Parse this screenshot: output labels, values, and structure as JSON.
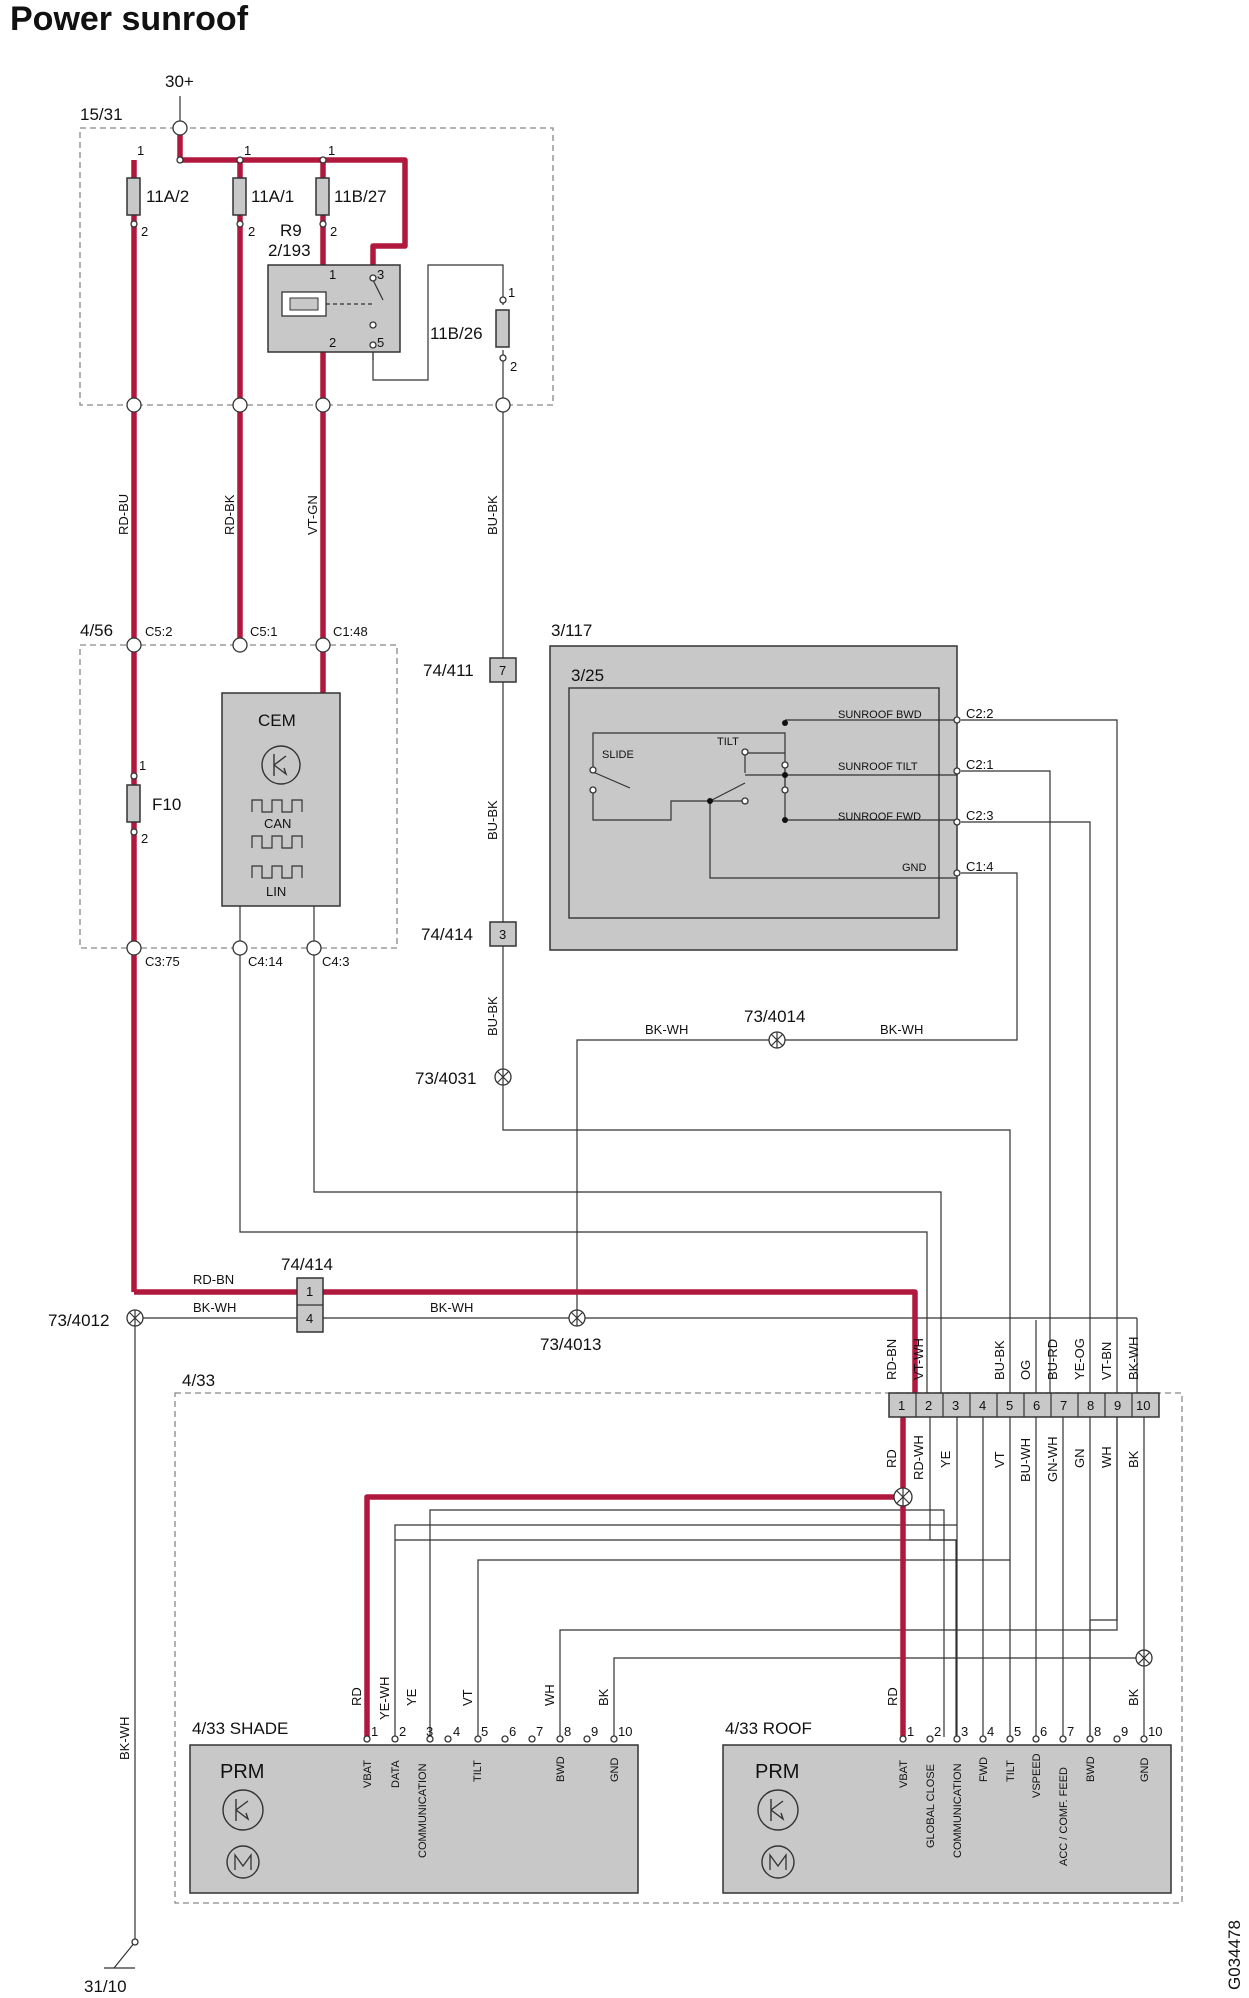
{
  "title": "Power sunroof",
  "image_id": "G034478",
  "supply": "30+",
  "ground": "31/10",
  "fusebox": {
    "id": "15/31",
    "fuses": [
      "11A/2",
      "11A/1",
      "11B/27",
      "11B/26"
    ],
    "relay": {
      "id": "R9",
      "sub": "2/193",
      "pins": [
        "1",
        "2",
        "3",
        "5"
      ]
    },
    "pin_labels": [
      "1",
      "2"
    ]
  },
  "wires_top": [
    "RD-BU",
    "RD-BK",
    "VT-GN",
    "BU-BK"
  ],
  "cem_box": {
    "id": "4/56",
    "pins_top": [
      "C5:2",
      "C5:1",
      "C1:48"
    ],
    "pins_bottom": [
      "C3:75",
      "C4:14",
      "C4:3"
    ],
    "fuse": "F10",
    "module": "CEM",
    "bus": [
      "CAN",
      "LIN"
    ]
  },
  "connectors": {
    "c74_411": "74/411",
    "c74_411_pin": "7",
    "c74_414a": "74/414",
    "c74_414a_pin": "3",
    "c74_414b": "74/414",
    "c74_414b_pins": [
      "1",
      "4"
    ]
  },
  "switch": {
    "outer": "3/117",
    "inner": "3/25",
    "labels": [
      "SLIDE",
      "TILT",
      "SUNROOF BWD",
      "SUNROOF TILT",
      "SUNROOF FWD",
      "GND"
    ],
    "pins": [
      "C2:2",
      "C2:1",
      "C2:3",
      "C1:4"
    ]
  },
  "splices": [
    "73/4014",
    "73/4031",
    "73/4012",
    "73/4013"
  ],
  "mid_wires": [
    "BU-BK",
    "BK-WH",
    "BK-WH",
    "RD-BN",
    "BK-WH",
    "BK-WH",
    "BU-BK"
  ],
  "harness": {
    "wires": [
      "RD-BN",
      "VT-WH",
      "BU-BK",
      "OG",
      "BU-RD",
      "YE-OG",
      "VT-BN",
      "BK-WH"
    ],
    "pins": [
      "1",
      "2",
      "3",
      "4",
      "5",
      "6",
      "7",
      "8",
      "9",
      "10"
    ],
    "inside": [
      "RD",
      "RD-WH",
      "YE",
      "VT",
      "BU-WH",
      "GN-WH",
      "GN",
      "WH",
      "BK"
    ]
  },
  "roof_box": {
    "id": "4/33"
  },
  "shade": {
    "id": "4/33 SHADE",
    "module": "PRM",
    "wires": [
      "RD",
      "YE-WH",
      "YE",
      "VT",
      "WH",
      "BK"
    ],
    "pins": [
      "1",
      "2",
      "3",
      "4",
      "5",
      "6",
      "7",
      "8",
      "9",
      "10"
    ],
    "signals": [
      "VBAT",
      "DATA",
      "COMMUNICATION",
      "TILT",
      "BWD",
      "GND"
    ]
  },
  "roof": {
    "id": "4/33 ROOF",
    "module": "PRM",
    "wires": [
      "RD",
      "BK"
    ],
    "pins": [
      "1",
      "2",
      "3",
      "4",
      "5",
      "6",
      "7",
      "8",
      "9",
      "10"
    ],
    "signals": [
      "VBAT",
      "GLOBAL CLOSE",
      "COMMUNICATION",
      "FWD",
      "TILT",
      "VSPEED",
      "ACC / COMF. FEED",
      "BWD",
      "GND"
    ]
  }
}
